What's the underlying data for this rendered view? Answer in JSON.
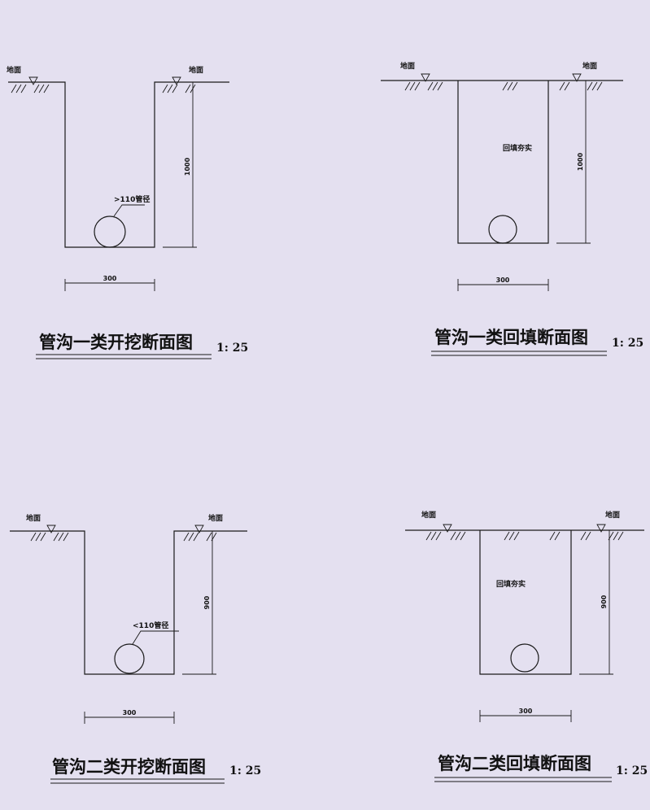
{
  "colors": {
    "background": "#e4e0f0",
    "ink": "#1a1a1a"
  },
  "icons": [
    "ground-level-marker-icon",
    "soil-hatch-icon",
    "pipe-circle-icon"
  ],
  "drawings": [
    {
      "id": "class1-excavation",
      "title": "管沟一类开挖断面图",
      "scale": "1: 25",
      "ground_left": "地面",
      "ground_right": "地面",
      "depth_label": "1000",
      "width_label": "300",
      "pipe_label": ">110管径",
      "fill_label": ""
    },
    {
      "id": "class1-backfill",
      "title": "管沟一类回填断面图",
      "scale": "1: 25",
      "ground_left": "地面",
      "ground_right": "地面",
      "depth_label": "1000",
      "width_label": "300",
      "pipe_label": "",
      "fill_label": "回填夯实"
    },
    {
      "id": "class2-excavation",
      "title": "管沟二类开挖断面图",
      "scale": "1: 25",
      "ground_left": "地面",
      "ground_right": "地面",
      "depth_label": "900",
      "width_label": "300",
      "pipe_label": "<110管径",
      "fill_label": ""
    },
    {
      "id": "class2-backfill",
      "title": "管沟二类回填断面图",
      "scale": "1: 25",
      "ground_left": "地面",
      "ground_right": "地面",
      "depth_label": "900",
      "width_label": "300",
      "pipe_label": "",
      "fill_label": "回填夯实"
    }
  ]
}
